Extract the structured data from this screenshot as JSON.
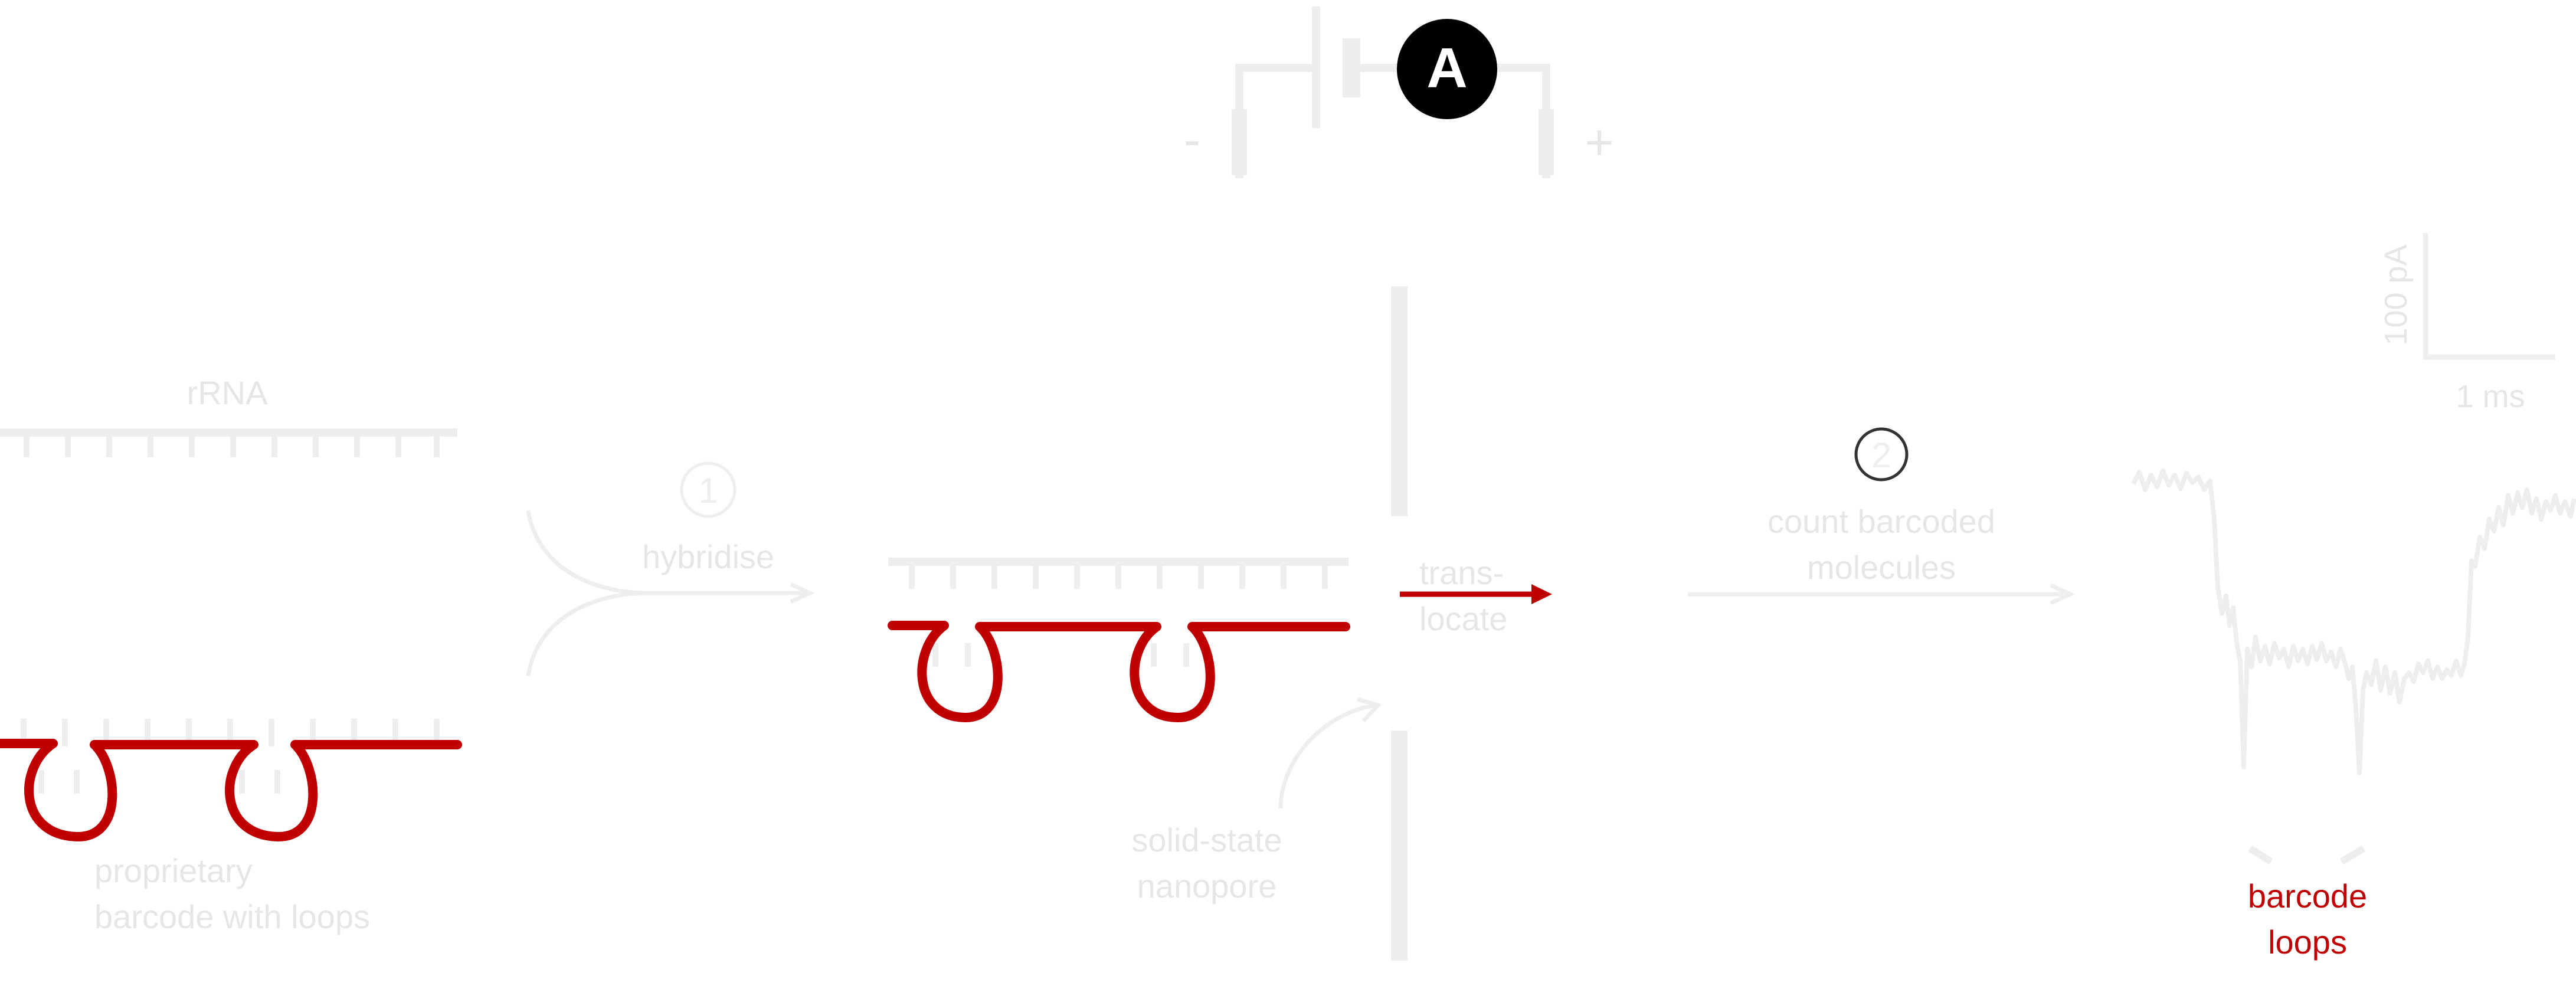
{
  "panel": {
    "letter": "A"
  },
  "electrodes": {
    "negative": "-",
    "positive": "+"
  },
  "labels": {
    "rrna": "rRNA",
    "barcode_line1": "proprietary",
    "barcode_line2": "barcode with loops",
    "step1_number": "1",
    "step1_text": "hybridise",
    "translocate_line1": "trans-",
    "translocate_line2": "locate",
    "nanopore_line1": "solid-state",
    "nanopore_line2": "nanopore",
    "step2_number": "2",
    "step2_line1": "count barcoded",
    "step2_line2": "molecules",
    "scale_current": "100 pA",
    "scale_time": "1 ms",
    "loops_line1": "barcode",
    "loops_line2": "loops"
  },
  "colors": {
    "faint": "#eeeeee",
    "barcode_red": "#c00000",
    "black": "#000000",
    "panel_text": "#ffffff",
    "faint_text": "#e6e6e6"
  }
}
